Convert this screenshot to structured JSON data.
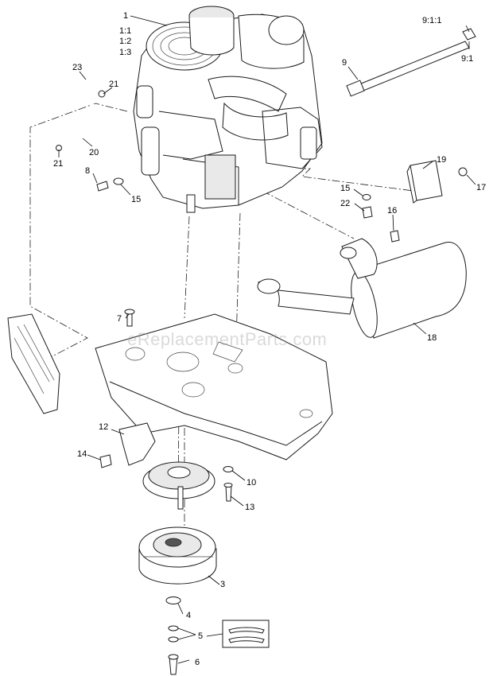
{
  "labels": {
    "l1": "1",
    "l1_1": "1:1",
    "l1_2": "1:2",
    "l1_3": "1:3",
    "l9_1_1": "9:1:1",
    "l9": "9",
    "l9_1": "9:1",
    "l23": "23",
    "l21a": "21",
    "l20": "20",
    "l21b": "21",
    "l8": "8",
    "l15a": "15",
    "l19": "19",
    "l17": "17",
    "l15b": "15",
    "l22": "22",
    "l16": "16",
    "l7": "7",
    "l18": "18",
    "l12": "12",
    "l14": "14",
    "l10": "10",
    "l13": "13",
    "l3": "3",
    "l4": "4",
    "l5": "5",
    "l6": "6"
  },
  "watermark": "eReplacementParts.com"
}
